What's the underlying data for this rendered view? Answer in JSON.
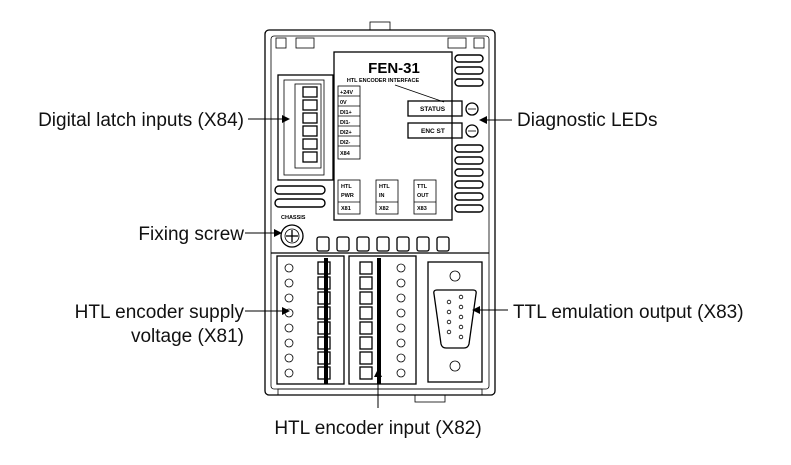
{
  "device": {
    "model": "FEN-31",
    "subtitle": "HTL ENCODER INTERFACE",
    "x84_pins": [
      "+24V",
      "0V",
      "DI1+",
      "DI1-",
      "DI2+",
      "DI2-",
      "X84"
    ],
    "led_labels": [
      "STATUS",
      "ENC ST"
    ],
    "connector_blocks": [
      {
        "line1": "HTL",
        "line2": "PWR",
        "line3": "X81"
      },
      {
        "line1": "HTL",
        "line2": "IN",
        "line3": "X82"
      },
      {
        "line1": "TTL",
        "line2": "OUT",
        "line3": "X83"
      }
    ],
    "chassis_label": "CHASSIS"
  },
  "callouts": {
    "digital_latch": "Digital latch inputs (X84)",
    "fixing_screw": "Fixing screw",
    "htl_supply_line1": "HTL encoder supply",
    "htl_supply_line2": "voltage (X81)",
    "diagnostic_leds": "Diagnostic LEDs",
    "ttl_output": "TTL  emulation output (X83)",
    "htl_input": "HTL encoder input (X82)"
  }
}
